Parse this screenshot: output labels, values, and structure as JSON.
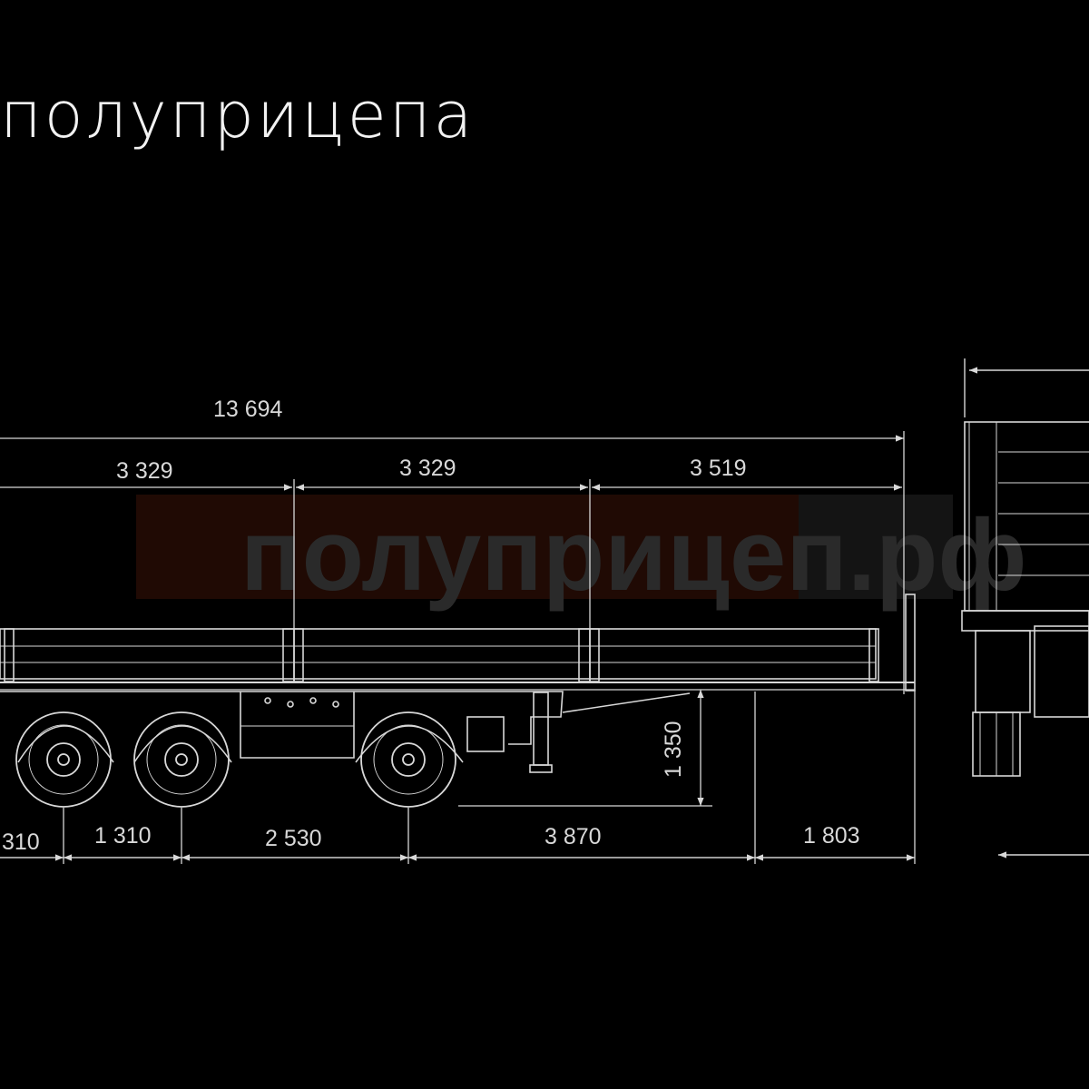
{
  "title": "полуприцепа",
  "watermark": "полуприцеп.рф",
  "colors": {
    "background": "#000000",
    "lines": "#d8d8d8",
    "watermark_band": "#200a04"
  },
  "dimensions": {
    "overall_length": "13 694",
    "section_1": "3 329",
    "section_2": "3 329",
    "section_3": "3 519",
    "platform_height": "1 350",
    "rear_overhang": "310",
    "axle_spacing": "1 310",
    "axle_to_mid": "2 530",
    "mid_to_king": "3 870",
    "front_overhang": "1 803"
  }
}
